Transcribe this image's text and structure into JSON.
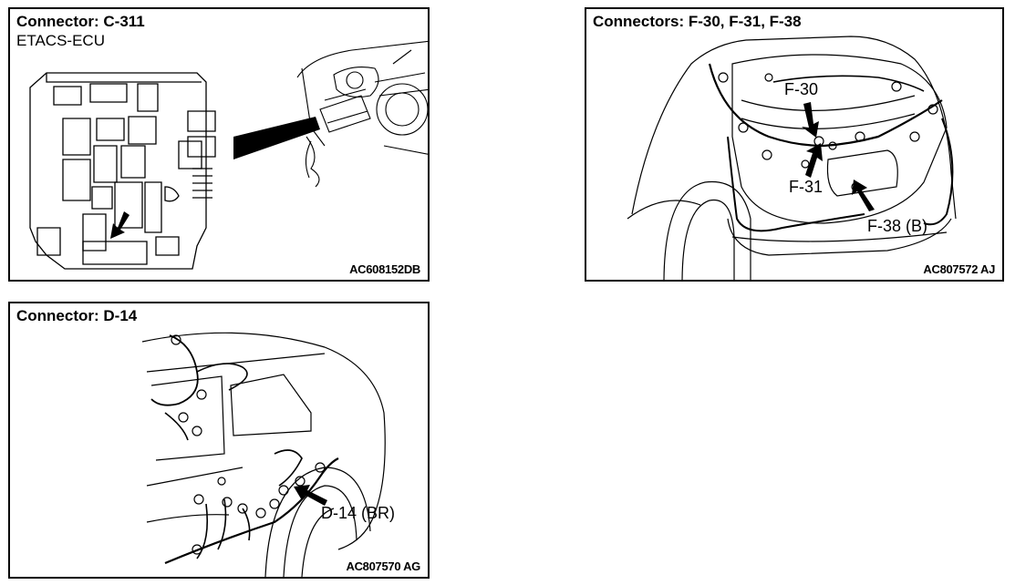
{
  "panels": [
    {
      "title": "Connector: C-311",
      "subtitle": "ETACS-ECU",
      "code": "AC608152DB"
    },
    {
      "title": "Connectors: F-30, F-31, F-38",
      "code": "AC807572 AJ",
      "callouts": [
        "F-30",
        "F-31",
        "F-38 (B)"
      ]
    },
    {
      "title": "Connector: D-14",
      "code": "AC807570 AG",
      "callouts": [
        "D-14 (BR)"
      ]
    }
  ]
}
